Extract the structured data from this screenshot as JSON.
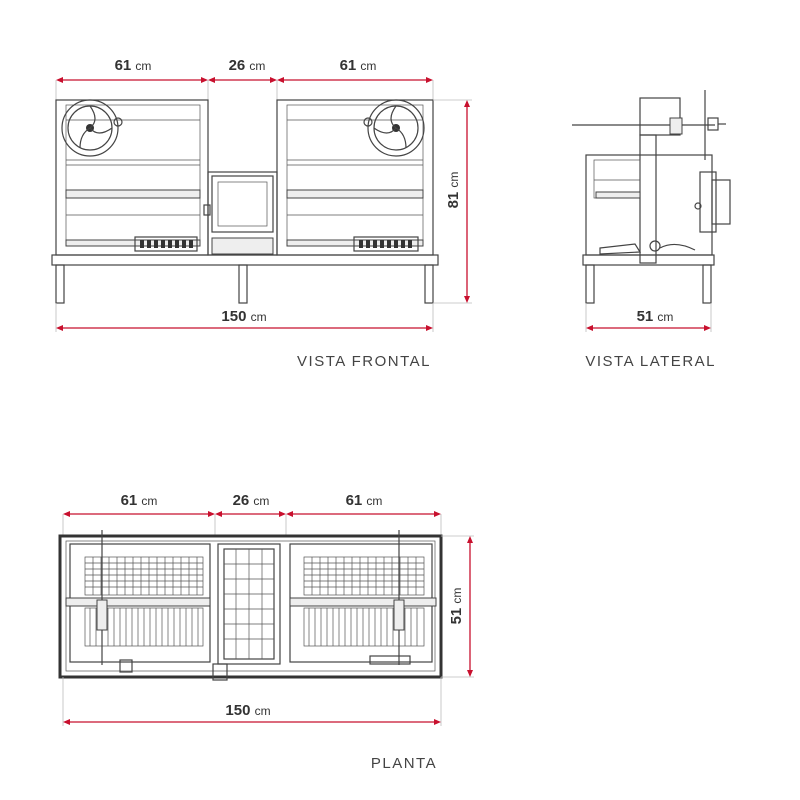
{
  "colors": {
    "dimension": "#c8102e",
    "drawing": "#444444",
    "text": "#333333"
  },
  "frontal": {
    "label": "VISTA FRONTAL",
    "dims": {
      "left_width": {
        "value": "61",
        "unit": "cm"
      },
      "middle_width": {
        "value": "26",
        "unit": "cm"
      },
      "right_width": {
        "value": "61",
        "unit": "cm"
      },
      "total_width": {
        "value": "150",
        "unit": "cm"
      },
      "height": {
        "value": "81",
        "unit": "cm"
      }
    }
  },
  "lateral": {
    "label": "VISTA LATERAL",
    "dims": {
      "depth": {
        "value": "51",
        "unit": "cm"
      }
    }
  },
  "planta": {
    "label": "PLANTA",
    "dims": {
      "left_width": {
        "value": "61",
        "unit": "cm"
      },
      "middle_width": {
        "value": "26",
        "unit": "cm"
      },
      "right_width": {
        "value": "61",
        "unit": "cm"
      },
      "total_width": {
        "value": "150",
        "unit": "cm"
      },
      "depth": {
        "value": "51",
        "unit": "cm"
      }
    }
  }
}
